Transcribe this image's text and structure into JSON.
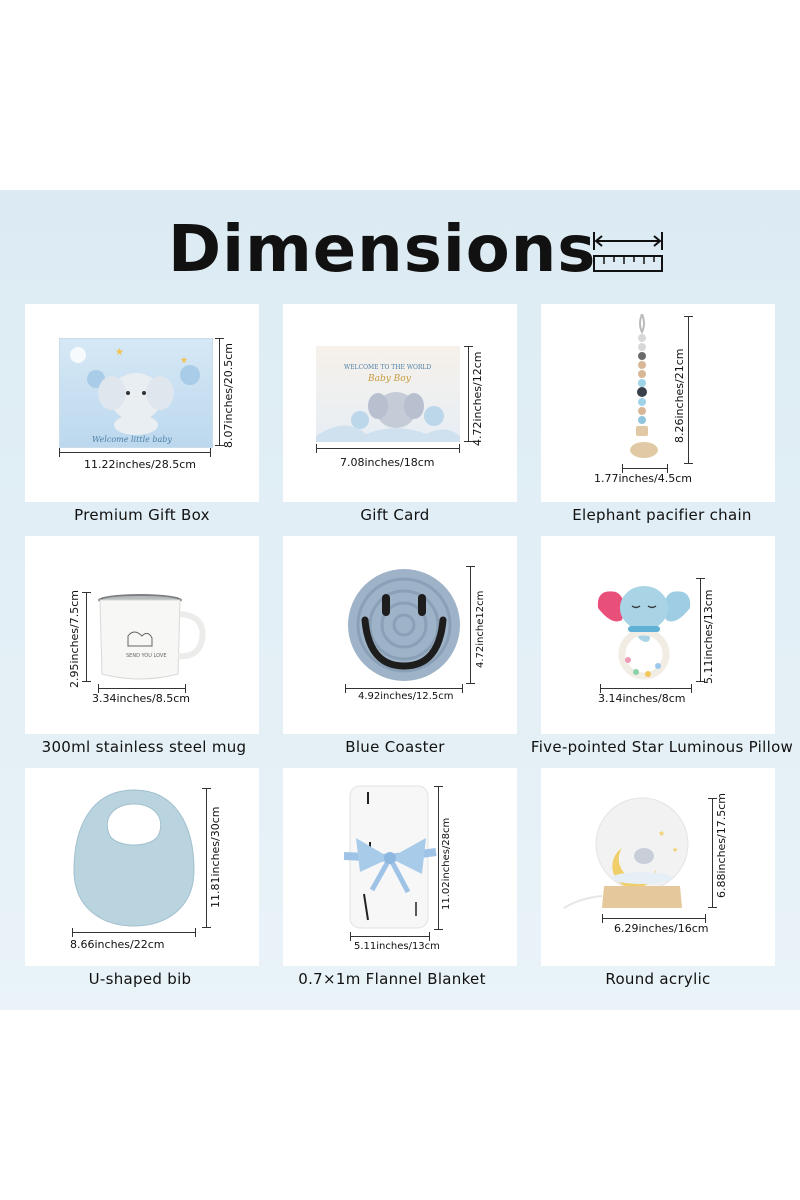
{
  "title": "Dimensions",
  "colors": {
    "panel": "#dcebf3",
    "accent": "#9fc3dd",
    "text": "#111111"
  },
  "products": [
    {
      "label": "Premium Gift Box",
      "width": "11.22inches/28.5cm",
      "height": "8.07inches/20.5cm",
      "print": "Welcome little baby"
    },
    {
      "label": "Gift Card",
      "width": "7.08inches/18cm",
      "height": "4.72inches/12cm",
      "print_line1": "WELCOME TO THE WORLD",
      "print_line2": "Baby Boy"
    },
    {
      "label": "Elephant pacifier chain",
      "width": "1.77inches/4.5cm",
      "height": "8.26inches/21cm"
    },
    {
      "label": "300ml stainless steel mug",
      "width": "3.34inches/8.5cm",
      "height": "2.95inches/7.5cm",
      "print": "SEND YOU LOVE"
    },
    {
      "label": "Blue Coaster",
      "width": "4.92inches/12.5cm",
      "height": "4.72inche12cm"
    },
    {
      "label": "Five-pointed Star Luminous Pillow",
      "width": "3.14inches/8cm",
      "height": "5.11inches/13cm"
    },
    {
      "label": "U-shaped bib",
      "width": "8.66inches/22cm",
      "height": "11.81inches/30cm"
    },
    {
      "label": "0.7×1m Flannel Blanket",
      "width": "5.11inches/13cm",
      "height": "11.02inches/28cm"
    },
    {
      "label": "Round acrylic",
      "width": "6.29inches/16cm",
      "height": "6.88inches/17.5cm"
    }
  ]
}
